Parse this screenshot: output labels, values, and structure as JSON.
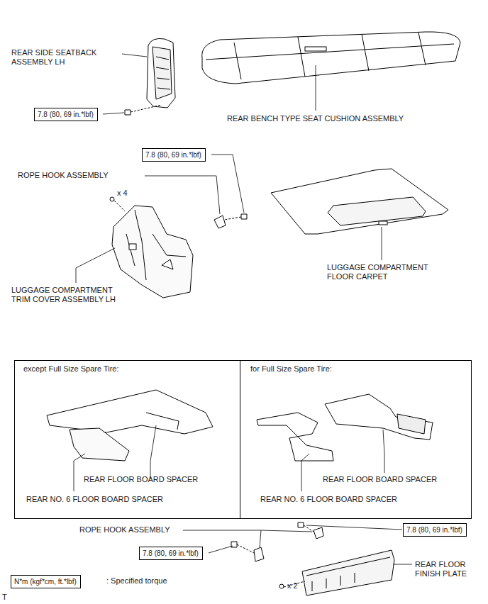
{
  "diagram": {
    "nodes": [
      {
        "text": [
          "7.8 (80, 69 in.*lbf)"
        ]
      },
      {
        "text": [
          "7.8 (80, 69 in.*lbf)"
        ]
      },
      {
        "text": [
          "except Full Size Spare Tire:",
          "REAR FLOOR BOARD SPACER",
          "REAR NO. 6 FLOOR BOARD SPACER"
        ]
      },
      {
        "text": [
          "for Full Size Spare Tire:",
          "REAR FLOOR BOARD SPACER",
          "REAR NO. 6 FLOOR BOARD SPACER"
        ]
      },
      {
        "text": [
          "7.8 (80, 69 in.*lbf)"
        ]
      },
      {
        "text": [
          "7.8 (80, 69 in.*lbf)"
        ]
      },
      {
        "text": [
          "N*m (kgf*cm, ft.*lbf)"
        ]
      }
    ],
    "labels": [
      "REAR SIDE SEATBACK ASSEMBLY LH",
      "REAR BENCH TYPE SEAT CUSHION ASSEMBLY",
      "ROPE HOOK ASSEMBLY",
      "x 4",
      "LUGGAGE COMPARTMENT FLOOR CARPET",
      "LUGGAGE COMPARTMENT TRIM COVER ASSEMBLY LH",
      "ROPE HOOK ASSEMBLY",
      "x 2",
      "REAR FLOOR FINISH PLATE",
      ": Specified torque",
      "T"
    ]
  }
}
